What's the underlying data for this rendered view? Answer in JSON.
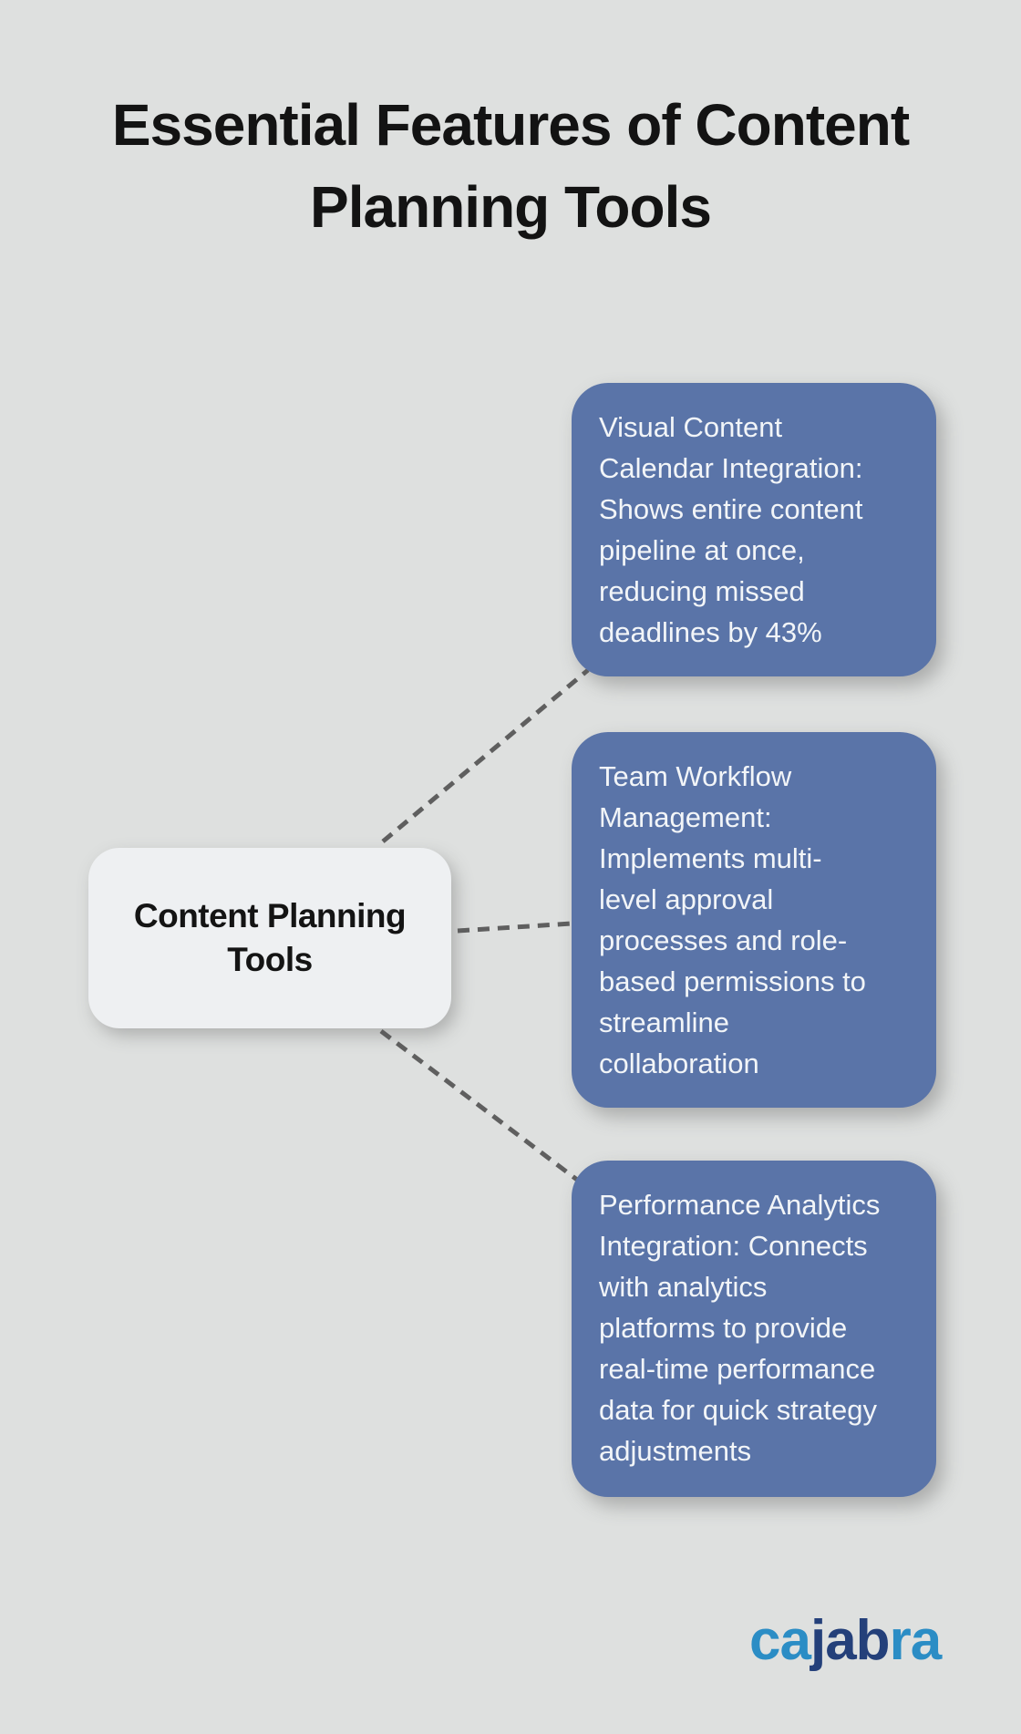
{
  "title": {
    "text": "Essential Features of Content Planning Tools",
    "lines": [
      "Essential Features of Content",
      "Planning Tools"
    ]
  },
  "center_node": {
    "text": "Content Planning Tools",
    "lines": [
      "Content Planning",
      "Tools"
    ]
  },
  "cards": [
    {
      "id": "visual-content-calendar",
      "text": "Visual Content Calendar Integration: Shows entire content pipeline at once, reducing missed deadlines by 43%",
      "lines": [
        "Visual Content",
        "Calendar Integration:",
        "Shows entire content",
        "pipeline at once,",
        "reducing missed",
        "deadlines by 43%"
      ]
    },
    {
      "id": "team-workflow-management",
      "text": "Team Workflow Management: Implements multi-level approval processes and role-based permissions to streamline collaboration",
      "lines": [
        "Team Workflow",
        "Management:",
        "Implements multi-",
        "level approval",
        "processes and role-",
        "based permissions to",
        "streamline",
        "collaboration"
      ]
    },
    {
      "id": "performance-analytics-integration",
      "text": "Performance Analytics Integration: Connects with analytics platforms to provide real-time performance data for quick strategy adjustments",
      "lines": [
        "Performance Analytics",
        "Integration: Connects",
        "with analytics",
        "platforms to provide",
        "real-time performance",
        "data for quick strategy",
        "adjustments"
      ]
    }
  ],
  "logo": {
    "text": "cajabra",
    "segments": [
      {
        "text": "ca",
        "color": "#2b8dc5"
      },
      {
        "text": "jab",
        "color": "#24407a"
      },
      {
        "text": "ra",
        "color": "#2b8dc5"
      }
    ]
  },
  "colors": {
    "background": "#dee0df",
    "card_blue": "#5a74a8",
    "card_text": "#f2f5f8",
    "center_node_bg": "#eef0f2",
    "center_node_text": "#141414",
    "title_text": "#131313",
    "connector_gray": "#5f5f5f",
    "logo_light_blue": "#2b8dc5",
    "logo_navy": "#24407a"
  }
}
